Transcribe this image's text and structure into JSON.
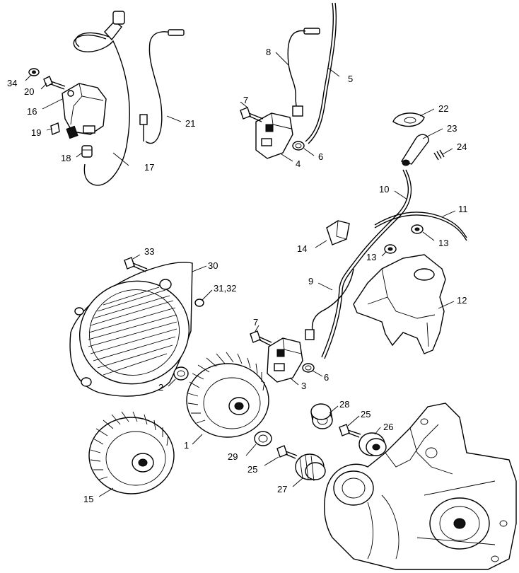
{
  "callouts": [
    "34",
    "20",
    "16",
    "19",
    "18",
    "17",
    "21",
    "8",
    "7",
    "5",
    "4",
    "6",
    "22",
    "23",
    "24",
    "10",
    "11",
    "14",
    "13",
    "13",
    "33",
    "30",
    "31,32",
    "9",
    "12",
    "7",
    "3",
    "6",
    "2",
    "1",
    "28",
    "25",
    "26",
    "29",
    "25",
    "27",
    "15"
  ],
  "colors": {
    "ink": "#000000",
    "paper": "#ffffff"
  }
}
